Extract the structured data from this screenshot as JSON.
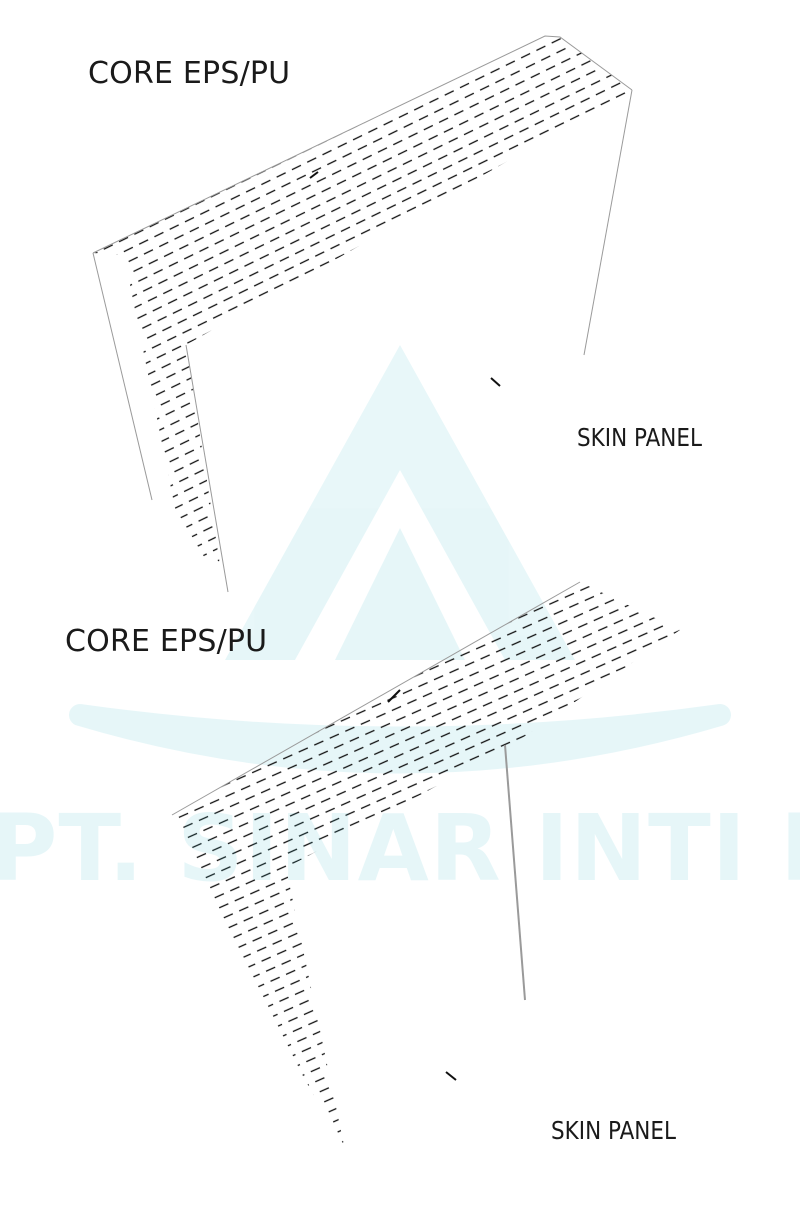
{
  "labels": {
    "top_core": "CORE EPS/PU",
    "top_skin": "SKIN PANEL",
    "bottom_core": "CORE EPS/PU",
    "bottom_skin": "SKIN PANEL"
  },
  "watermark": {
    "text": "PT. SINAR INTI PANEL",
    "color": "#2bb7c9"
  },
  "colors": {
    "hatch": "#111111",
    "outline": "#9a9a9a",
    "label": "#1a1a1a"
  }
}
